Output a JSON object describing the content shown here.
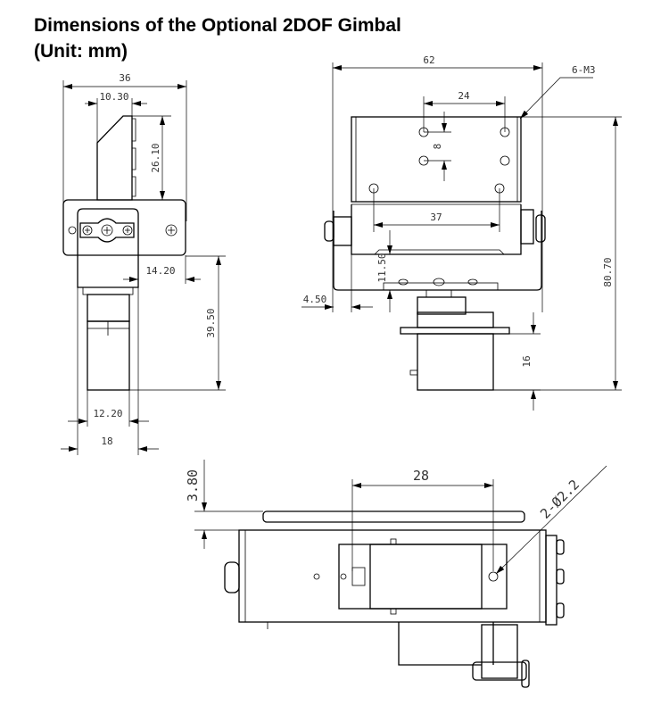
{
  "title": {
    "line1": "Dimensions of the Optional 2DOF Gimbal",
    "line2": "(Unit: mm)"
  },
  "side_view": {
    "width_total": "36",
    "bracket_offset": "10.30",
    "bracket_height": "26.10",
    "servo_offset": "14.20",
    "servo_height": "39.50",
    "servo_body_width": "12.20",
    "servo_width": "18"
  },
  "front_view": {
    "width_total": "62",
    "thread_callout": "6-M3",
    "hole_spacing_top": "24",
    "hole_spacing_vertical": "8",
    "hole_spacing_lower": "37",
    "bracket_gap": "11.50",
    "side_offset": "4.50",
    "total_height": "80.70",
    "servo_height": "16"
  },
  "top_view": {
    "plate_offset": "3.80",
    "hole_spacing": "28",
    "hole_callout": "2-Ø2.2"
  }
}
